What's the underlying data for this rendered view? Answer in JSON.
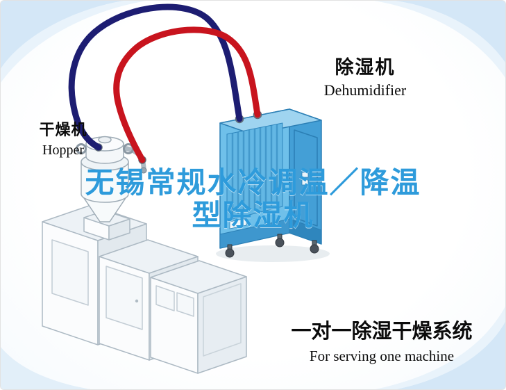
{
  "scene": {
    "title": {
      "line1": "无锡常规水冷调温／降温",
      "line2": "型除湿机"
    },
    "equipment_labels": {
      "dehumidifier": {
        "zh": "除湿机",
        "en": "Dehumidifier"
      },
      "hopper": {
        "zh": "干燥机",
        "en": "Hopper"
      }
    },
    "caption": {
      "zh": "一对一除湿干燥系统",
      "en": "For serving one machine"
    },
    "colors": {
      "title_blue": "#2E9BDB",
      "hose_red": "#C8141E",
      "hose_navy": "#1D1D72",
      "dehumidifier_front": "#6FC0EA",
      "dehumidifier_side": "#449FD6",
      "dehumidifier_top": "#9FD4F0",
      "machine_white": "#FBFCFD",
      "corner_accent": "#D4E7F7"
    }
  }
}
